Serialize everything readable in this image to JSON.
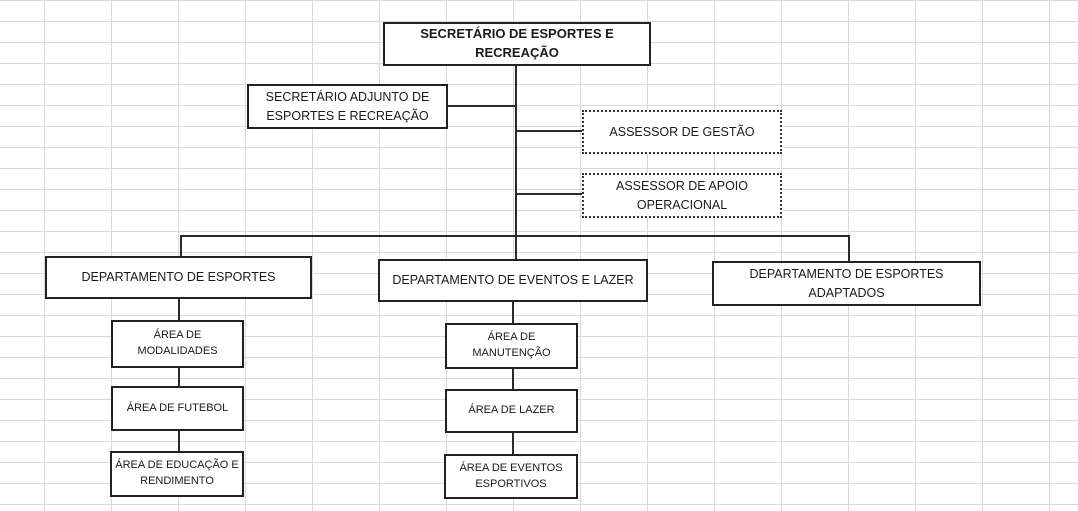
{
  "org_chart": {
    "secretario": "SECRETÁRIO DE ESPORTES E RECREAÇÃO",
    "adjunto": [
      "SECRETÁRIO ADJUNTO DE",
      "ESPORTES E RECREAÇÃO"
    ],
    "assessor_gestao": "ASSESSOR DE GESTÃO",
    "assessor_apoio": [
      "ASSESSOR DE APOIO",
      "OPERACIONAL"
    ],
    "departamentos": {
      "esportes": {
        "title": "DEPARTAMENTO DE ESPORTES",
        "areas": [
          [
            "ÁREA DE",
            "MODALIDADES"
          ],
          [
            "ÁREA DE FUTEBOL"
          ],
          [
            "ÁREA DE EDUCAÇÃO E",
            "RENDIMENTO"
          ]
        ]
      },
      "eventos": {
        "title": "DEPARTAMENTO DE EVENTOS E LAZER",
        "areas": [
          [
            "ÁREA DE",
            "MANUTENÇÃO"
          ],
          [
            "ÁREA DE LAZER"
          ],
          [
            "ÁREA DE EVENTOS",
            "ESPORTIVOS"
          ]
        ]
      },
      "adaptados": {
        "title": [
          "DEPARTAMENTO DE ESPORTES",
          "ADAPTADOS"
        ]
      }
    }
  }
}
